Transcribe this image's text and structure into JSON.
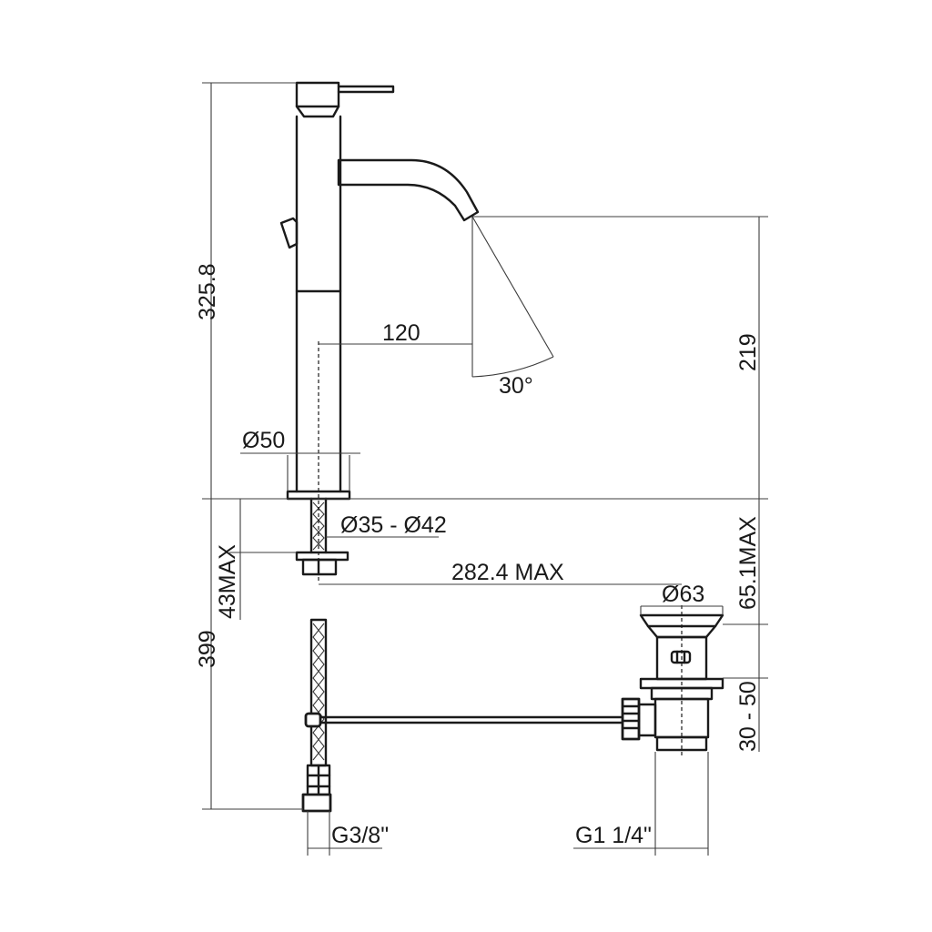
{
  "dimensions": {
    "overall_height": "325.8",
    "spout_reach": "120",
    "spray_angle": "30°",
    "spout_height": "219",
    "base_diameter": "Ø50",
    "hole_diameter": "Ø35 - Ø42",
    "deck_thickness_max": "43MAX",
    "under_deck_height": "399",
    "waste_distance_max": "282.4 MAX",
    "waste_diameter": "Ø63",
    "waste_height_max": "65.1MAX",
    "waste_adjust": "30 - 50",
    "supply_thread": "G3/8\"",
    "waste_thread": "G1 1/4\""
  }
}
